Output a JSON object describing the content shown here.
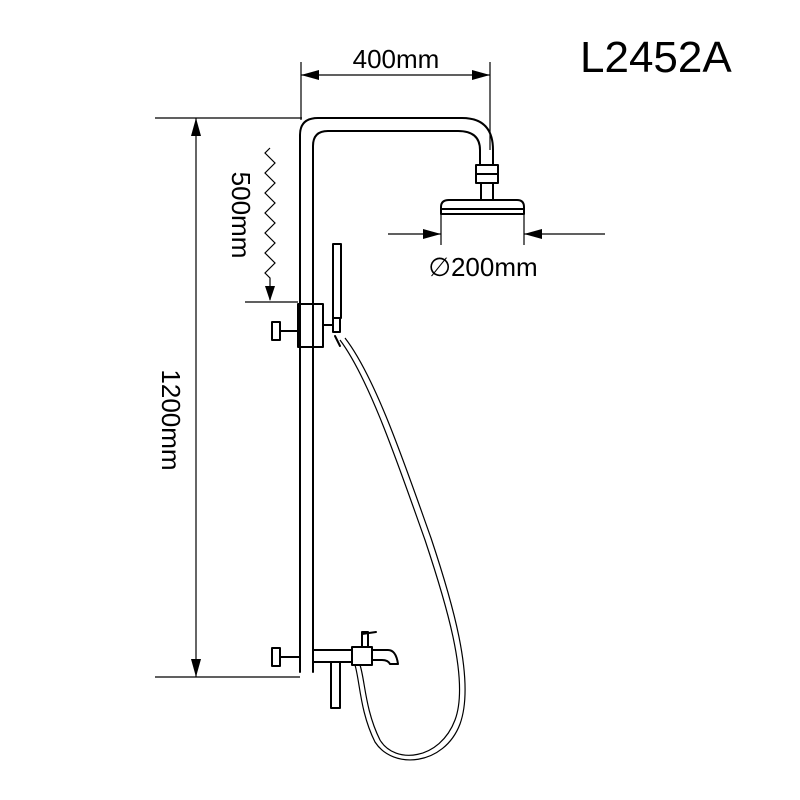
{
  "model": "L2452A",
  "dimensions": {
    "arm_length": "400mm",
    "head_diameter": "∅200mm",
    "slide_range": "500mm",
    "total_height": "1200mm"
  },
  "colors": {
    "ink": "#000000",
    "background": "#ffffff"
  }
}
